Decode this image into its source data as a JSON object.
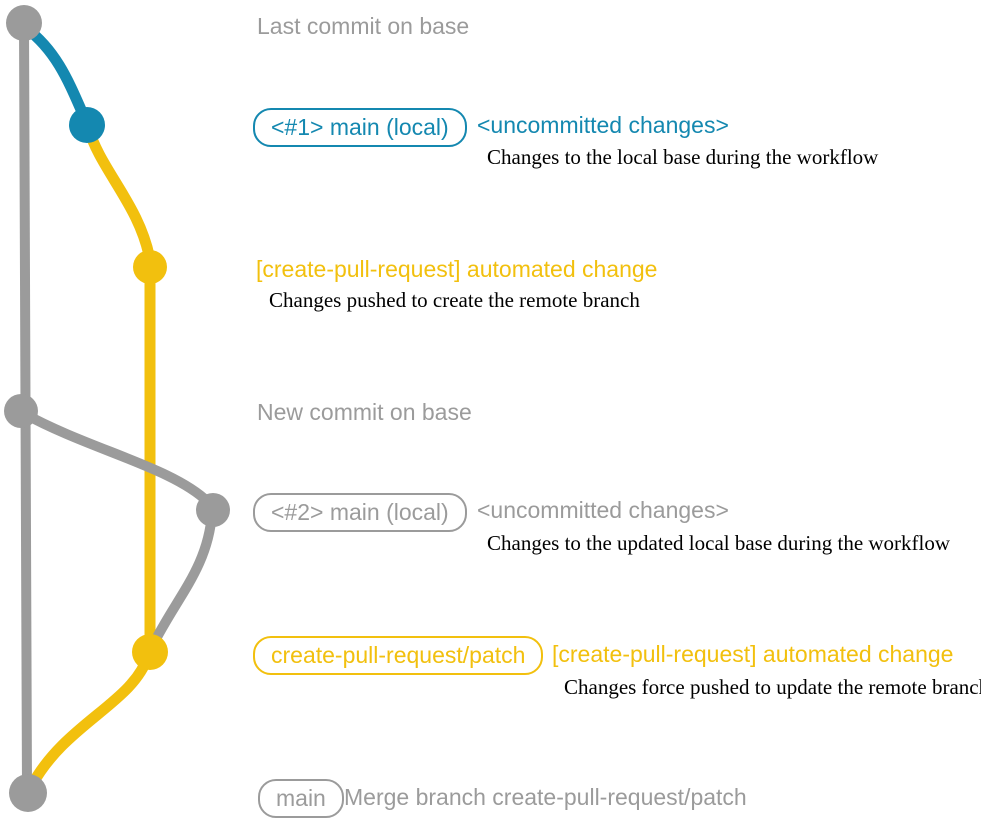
{
  "colors": {
    "gray": "#9b9b9b",
    "blue": "#1488b0",
    "yellow": "#f2c00e",
    "text": "#000000",
    "background": "#ffffff"
  },
  "graph": {
    "description": "Git branch graph: gray base branch, blue local main branch, yellow create-pull-request/patch branch",
    "node_events": [
      "Last commit on base",
      "Local main uncommitted changes (#1)",
      "Automated change commit pushed to remote branch",
      "New commit on base",
      "Local main uncommitted changes (#2)",
      "Automated change force pushed to remote branch",
      "Merge commit on base"
    ]
  },
  "annotations": {
    "last_commit_label": "Last commit on base",
    "section1": {
      "badge": "<#1> main (local)",
      "status": "<uncommitted changes>",
      "description": "Changes to the local base during the workflow"
    },
    "section2": {
      "title": "[create-pull-request] automated change",
      "description": "Changes pushed to create the remote branch"
    },
    "new_commit_label": "New commit on base",
    "section3": {
      "badge": "<#2> main (local)",
      "status": "<uncommitted changes>",
      "description": "Changes to the updated local base during the workflow"
    },
    "section4": {
      "badge": "create-pull-request/patch",
      "title": "[create-pull-request] automated change",
      "description": "Changes force pushed to update the remote branch"
    },
    "section5": {
      "badge": "main",
      "message": "Merge branch create-pull-request/patch"
    }
  }
}
